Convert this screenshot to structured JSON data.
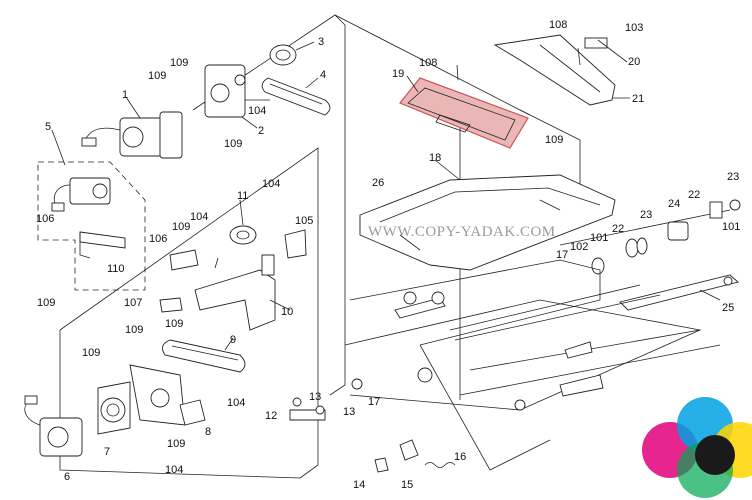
{
  "watermark": "WWW.COPY-YADAK.COM",
  "highlight_color": "#e8aaaa",
  "highlight_stroke": "#c0393b",
  "callouts": [
    {
      "id": "c1",
      "text": "1"
    },
    {
      "id": "c2",
      "text": "2"
    },
    {
      "id": "c3",
      "text": "3"
    },
    {
      "id": "c4",
      "text": "4"
    },
    {
      "id": "c5",
      "text": "5"
    },
    {
      "id": "c6",
      "text": "6"
    },
    {
      "id": "c7",
      "text": "7"
    },
    {
      "id": "c8",
      "text": "8"
    },
    {
      "id": "c9",
      "text": "9"
    },
    {
      "id": "c10",
      "text": "10"
    },
    {
      "id": "c11",
      "text": "11"
    },
    {
      "id": "c12",
      "text": "12"
    },
    {
      "id": "c13a",
      "text": "13"
    },
    {
      "id": "c13b",
      "text": "13"
    },
    {
      "id": "c14",
      "text": "14"
    },
    {
      "id": "c15",
      "text": "15"
    },
    {
      "id": "c16",
      "text": "16"
    },
    {
      "id": "c17a",
      "text": "17"
    },
    {
      "id": "c17b",
      "text": "17"
    },
    {
      "id": "c18",
      "text": "18"
    },
    {
      "id": "c19",
      "text": "19"
    },
    {
      "id": "c20",
      "text": "20"
    },
    {
      "id": "c21",
      "text": "21"
    },
    {
      "id": "c22a",
      "text": "22"
    },
    {
      "id": "c22b",
      "text": "22"
    },
    {
      "id": "c23a",
      "text": "23"
    },
    {
      "id": "c23b",
      "text": "23"
    },
    {
      "id": "c24",
      "text": "24"
    },
    {
      "id": "c25",
      "text": "25"
    },
    {
      "id": "c26",
      "text": "26"
    },
    {
      "id": "c101a",
      "text": "101"
    },
    {
      "id": "c101b",
      "text": "101"
    },
    {
      "id": "c102",
      "text": "102"
    },
    {
      "id": "c103",
      "text": "103"
    },
    {
      "id": "c104a",
      "text": "104"
    },
    {
      "id": "c104b",
      "text": "104"
    },
    {
      "id": "c104c",
      "text": "104"
    },
    {
      "id": "c104d",
      "text": "104"
    },
    {
      "id": "c104e",
      "text": "104"
    },
    {
      "id": "c105",
      "text": "105"
    },
    {
      "id": "c106a",
      "text": "106"
    },
    {
      "id": "c106b",
      "text": "106"
    },
    {
      "id": "c107",
      "text": "107"
    },
    {
      "id": "c108a",
      "text": "108"
    },
    {
      "id": "c108b",
      "text": "108"
    },
    {
      "id": "c109a",
      "text": "109"
    },
    {
      "id": "c109b",
      "text": "109"
    },
    {
      "id": "c109c",
      "text": "109"
    },
    {
      "id": "c109d",
      "text": "109"
    },
    {
      "id": "c109e",
      "text": "109"
    },
    {
      "id": "c109f",
      "text": "109"
    },
    {
      "id": "c109g",
      "text": "109"
    },
    {
      "id": "c109h",
      "text": "109"
    },
    {
      "id": "c109i",
      "text": "109"
    },
    {
      "id": "c109j",
      "text": "109"
    },
    {
      "id": "c110",
      "text": "110"
    }
  ]
}
